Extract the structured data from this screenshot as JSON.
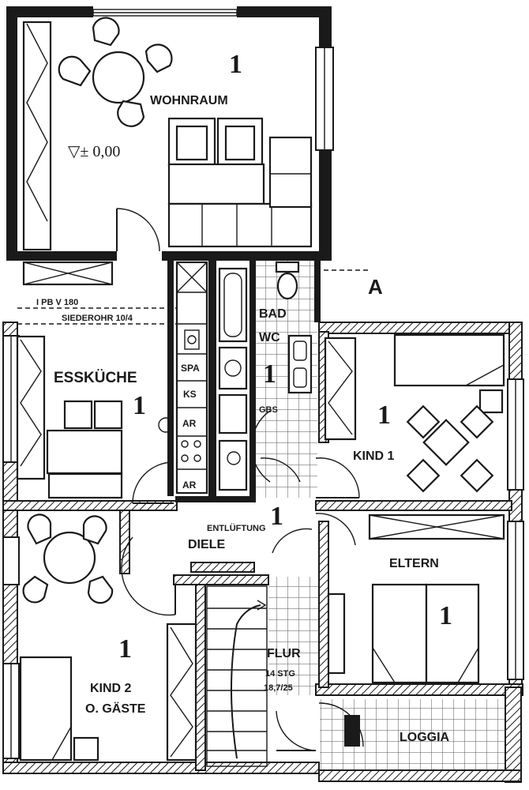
{
  "rooms": {
    "wohnraum": {
      "label": "WOHNRAUM",
      "number": "1"
    },
    "esskueche": {
      "label": "ESSKÜCHE",
      "number": "1"
    },
    "bad": {
      "label": "BAD",
      "number": "1"
    },
    "wc": {
      "label": "WC"
    },
    "kind1": {
      "label": "KIND 1",
      "number": "1"
    },
    "diele": {
      "label": "DIELE",
      "number": "1"
    },
    "eltern": {
      "label": "ELTERN",
      "number": "1"
    },
    "kind2": {
      "label": "KIND 2",
      "label2": "O. GÄSTE",
      "number": "1"
    },
    "flur": {
      "label": "FLUR",
      "sub1": "14 STG",
      "sub2": "18,7/25"
    },
    "loggia": {
      "label": "LOGGIA"
    }
  },
  "annotations": {
    "level": "▽± 0,00",
    "pipe1": "I PB V 180",
    "pipe2": "SIEDEROHR 10/4",
    "entlueftung": "ENTLÜFTUNG",
    "section_marker": "A"
  },
  "appliances": [
    "SPA",
    "KS",
    "AR",
    "AR",
    "GBS"
  ]
}
